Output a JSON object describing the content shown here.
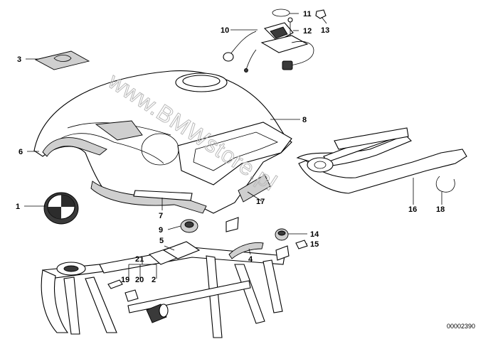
{
  "diagram": {
    "document_number": "00002390",
    "watermark_text": "www.BMWstore.pl",
    "callouts": [
      {
        "id": "c1",
        "label": "1"
      },
      {
        "id": "c2",
        "label": "2"
      },
      {
        "id": "c3",
        "label": "3"
      },
      {
        "id": "c4",
        "label": "4"
      },
      {
        "id": "c5",
        "label": "5"
      },
      {
        "id": "c6",
        "label": "6"
      },
      {
        "id": "c7",
        "label": "7"
      },
      {
        "id": "c8",
        "label": "8"
      },
      {
        "id": "c9",
        "label": "9"
      },
      {
        "id": "c10",
        "label": "10"
      },
      {
        "id": "c11",
        "label": "11"
      },
      {
        "id": "c12",
        "label": "12"
      },
      {
        "id": "c13",
        "label": "13"
      },
      {
        "id": "c14",
        "label": "14"
      },
      {
        "id": "c15",
        "label": "15"
      },
      {
        "id": "c16",
        "label": "16"
      },
      {
        "id": "c17",
        "label": "17"
      },
      {
        "id": "c18",
        "label": "18"
      },
      {
        "id": "c19",
        "label": "19"
      },
      {
        "id": "c20",
        "label": "20"
      },
      {
        "id": "c21",
        "label": "21"
      }
    ]
  }
}
